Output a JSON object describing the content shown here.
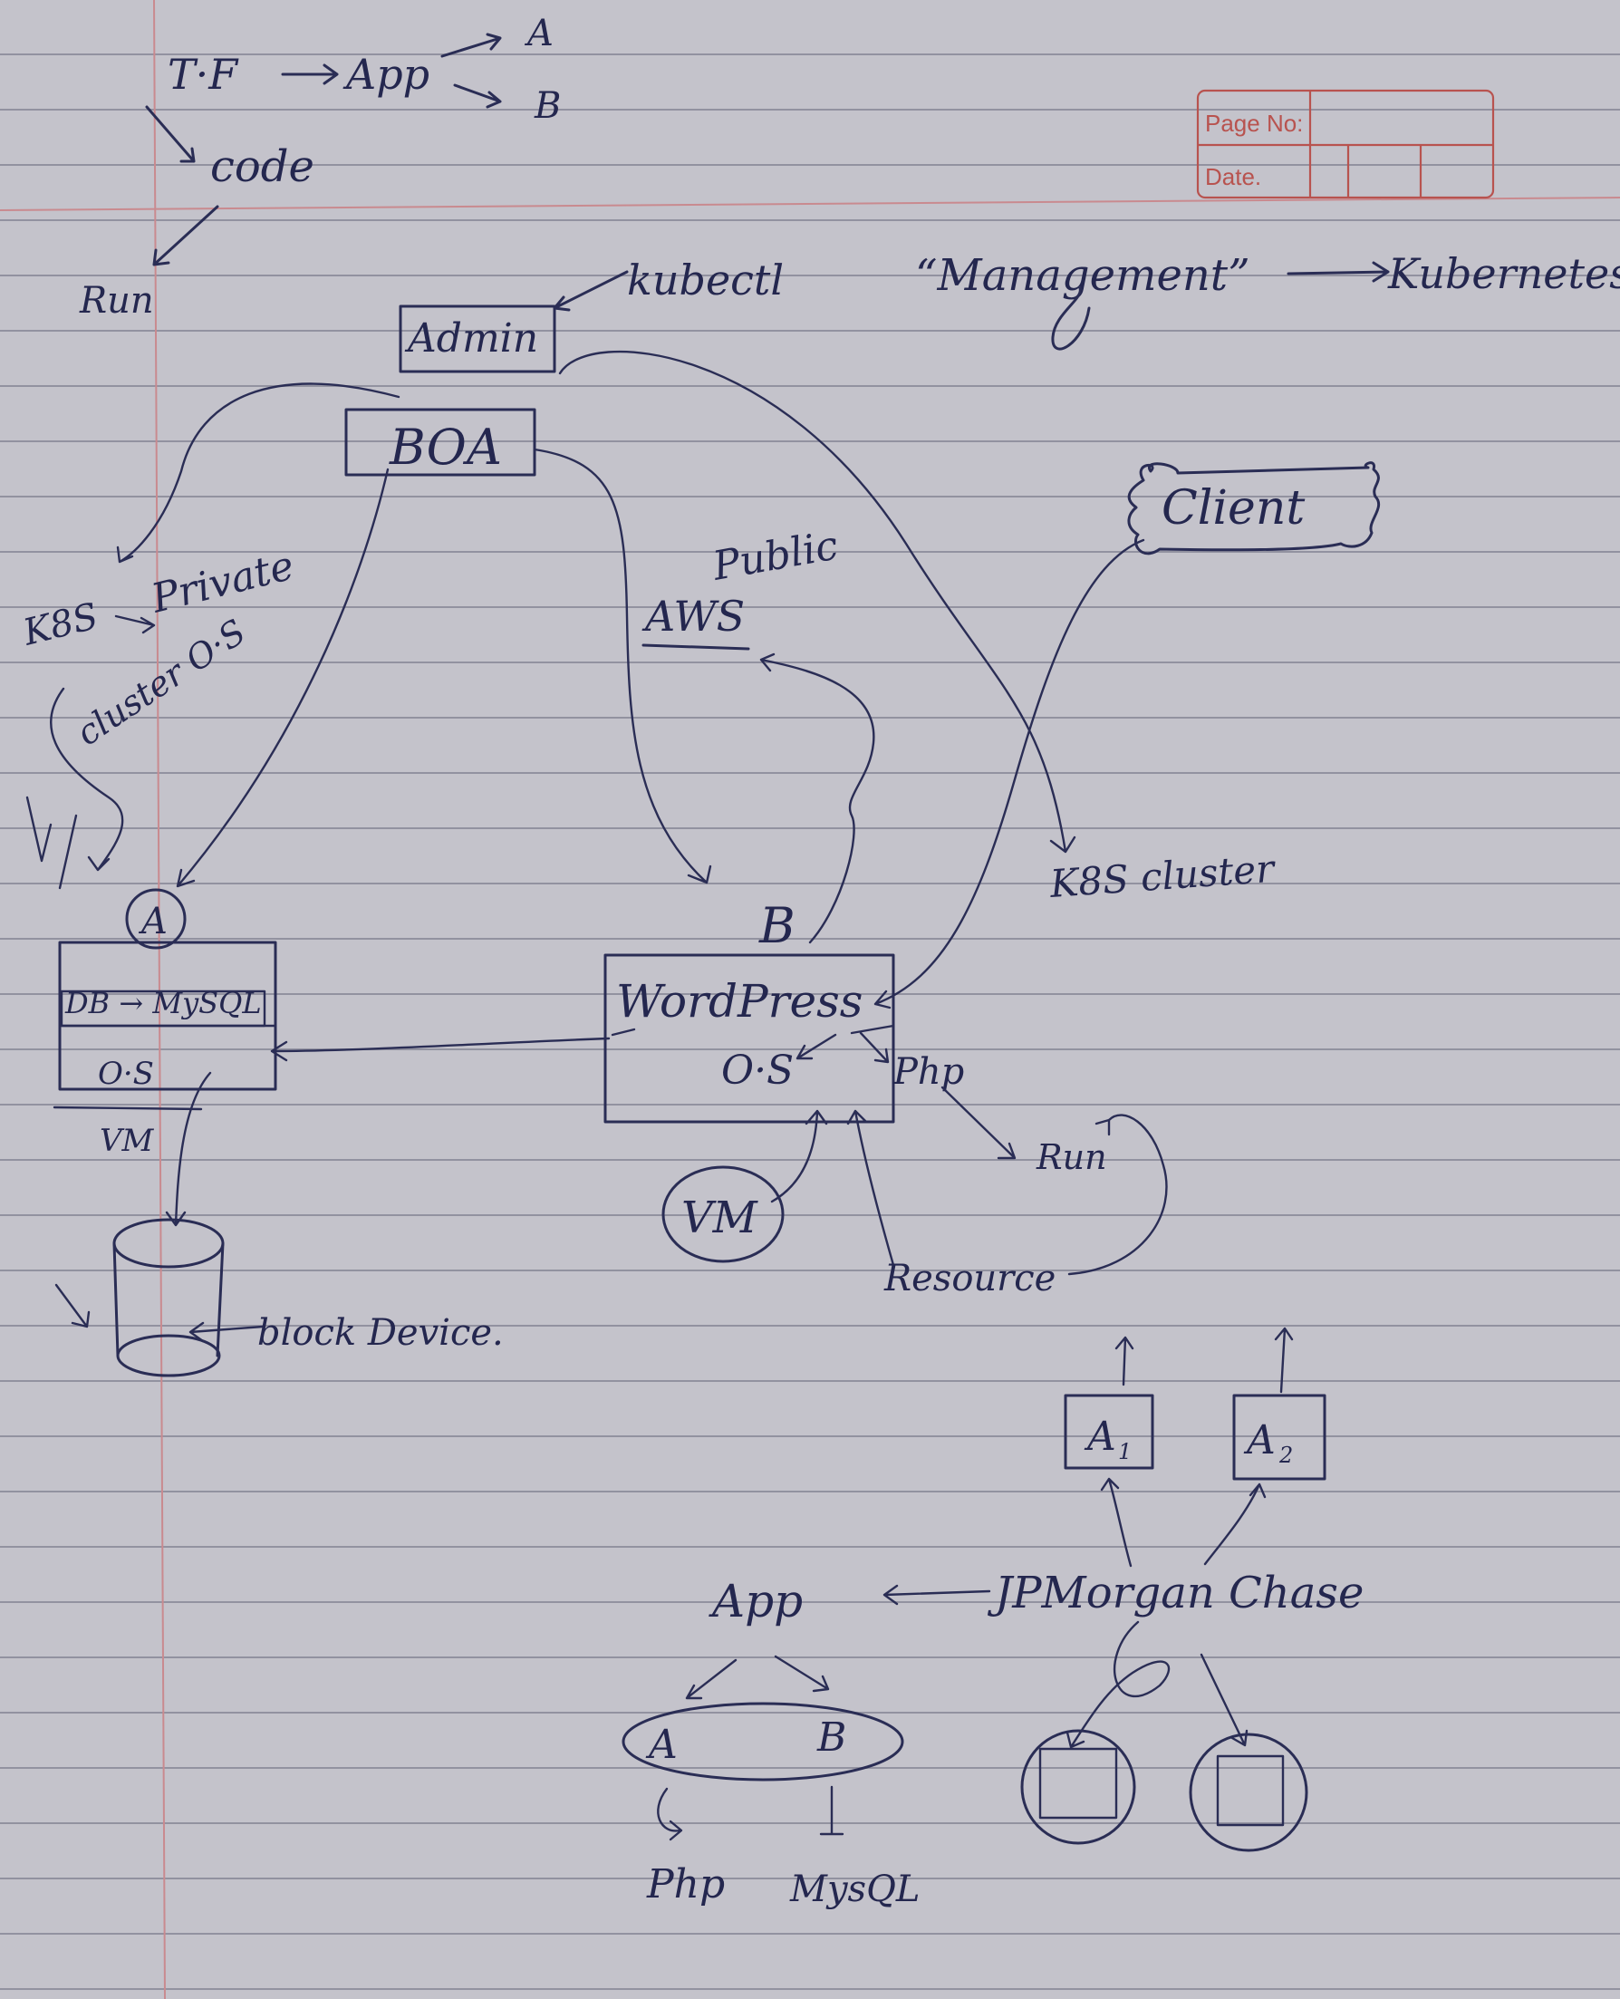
{
  "stamp": {
    "page_no_label": "Page No:",
    "date_label": "Date."
  },
  "notes": {
    "tf": "T·F",
    "app_top": "App",
    "a_top": "A",
    "b_top": "B",
    "code": "code",
    "run_left": "Run",
    "kubectl": "kubectl",
    "management": "“Management”",
    "kubernetes": "Kubernetes",
    "admin": "Admin",
    "boa": "BOA",
    "client": "Client",
    "k8s_private": "K8S",
    "private": "Private",
    "public": "Public",
    "aws": "AWS",
    "cluster_os": "cluster O·S",
    "k8s_cluster": "K8S cluster",
    "a_circle": "A",
    "b_mid": "B",
    "db_mysql": "DB → MySQL",
    "os_left": "O·S",
    "vm_left": "VM",
    "block_device": "block Device.",
    "wordpress": "WordPress",
    "os_mid": "O·S",
    "php_mid": "Php",
    "run_mid": "Run",
    "vm_mid": "VM",
    "resource": "Resource",
    "a1": "A",
    "a1_sub": "1",
    "a2": "A",
    "a2_sub": "2",
    "jpmorgan": "JPMorgan Chase",
    "app_bottom": "App",
    "a_bottom": "A",
    "b_bottom": "B",
    "php_bottom": "Php",
    "mysql_bottom": "MysQL"
  },
  "colors": {
    "ink": "#2a2d55",
    "paper": "#c4c3cb",
    "ruling": "#69697d",
    "stamp": "#b8534f",
    "margin": "#c98a8f"
  }
}
